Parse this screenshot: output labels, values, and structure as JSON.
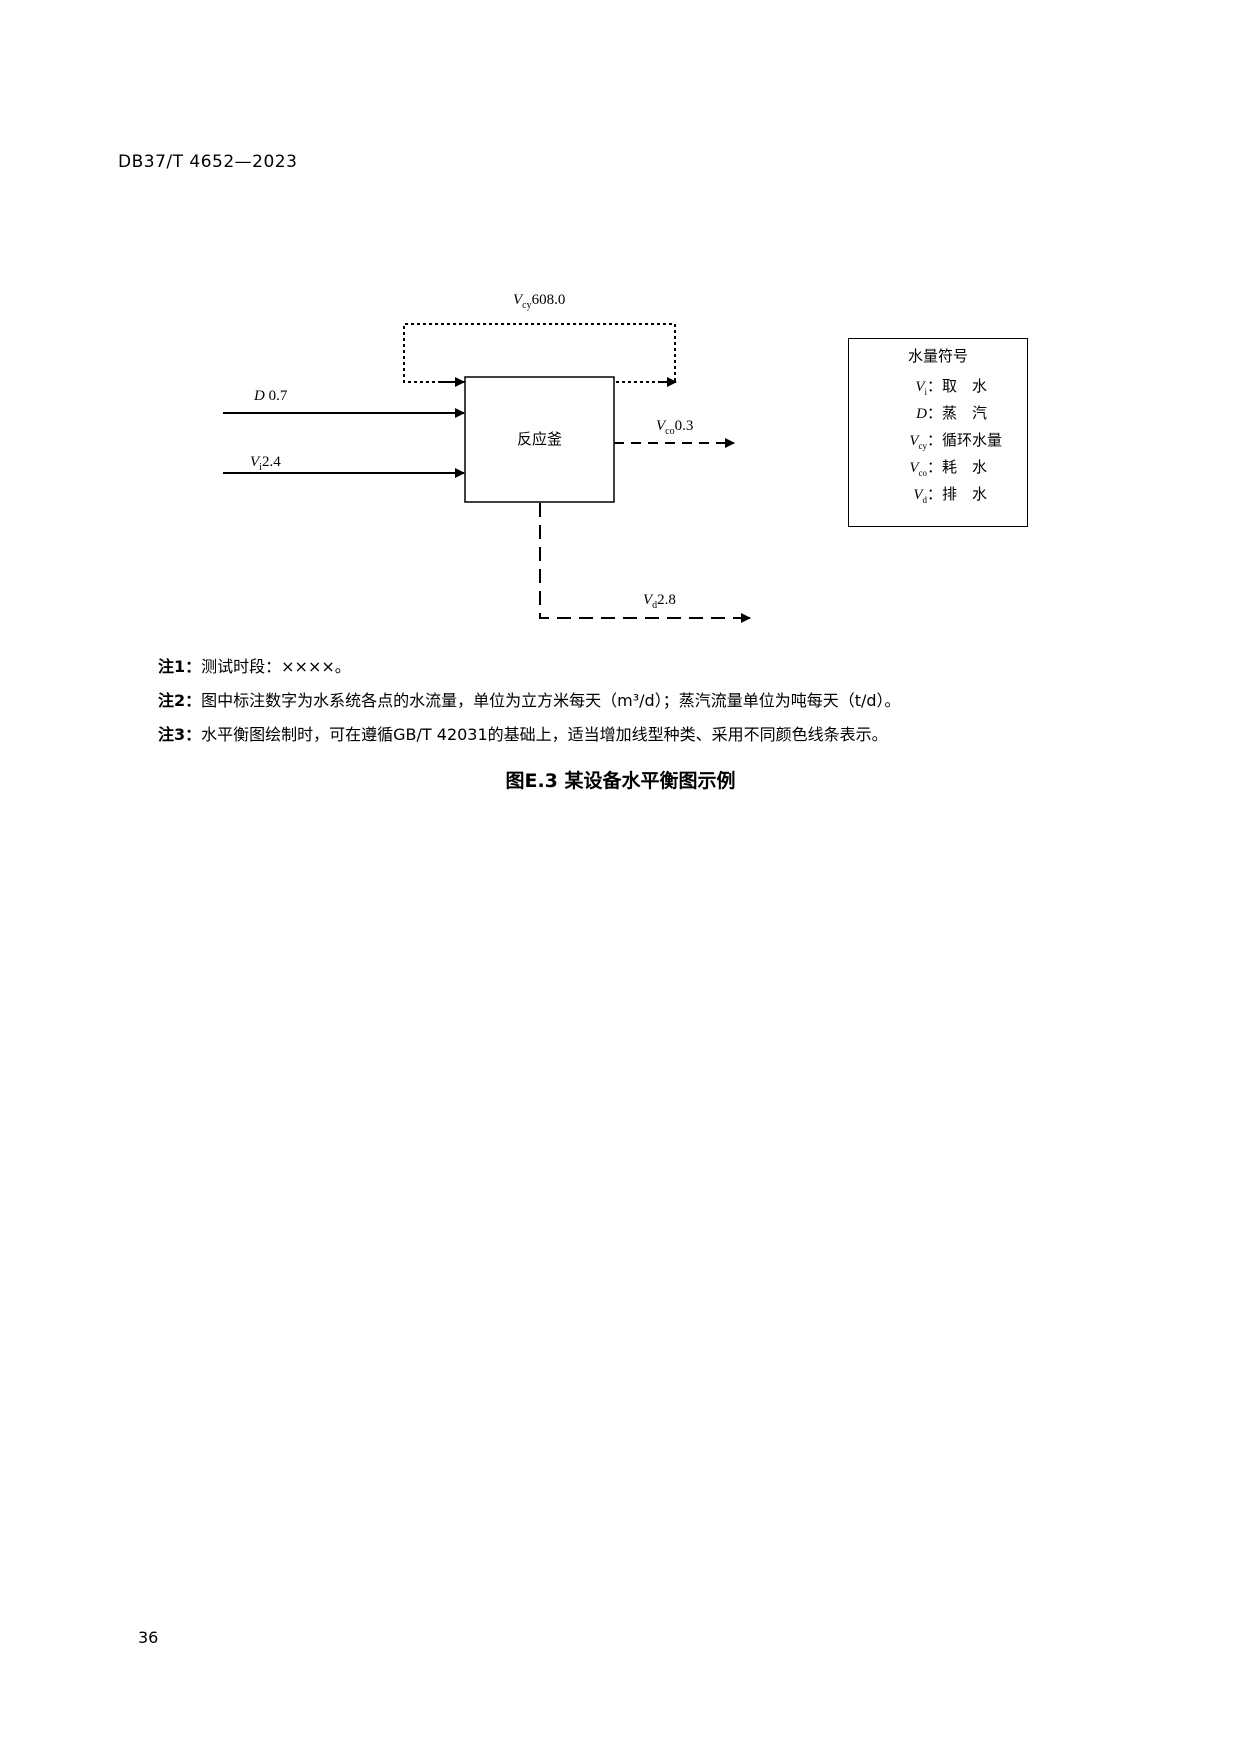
{
  "header": "DB37/T 4652—2023",
  "diagram": {
    "equipment": "反应釜",
    "flows": {
      "recycle": {
        "symbol": "V",
        "sub": "cy",
        "value": "608.0"
      },
      "steam": {
        "symbol": "D",
        "value": "0.7"
      },
      "intake": {
        "symbol": "V",
        "sub": "i",
        "value": "2.4"
      },
      "consumption": {
        "symbol": "V",
        "sub": "co",
        "value": "0.3"
      },
      "drain": {
        "symbol": "V",
        "sub": "d",
        "value": "2.8"
      }
    },
    "legend": {
      "title": "水量符号",
      "items": [
        {
          "symbol": "V",
          "sub": "i",
          "label": "：取　水"
        },
        {
          "symbol": "D",
          "sub": "",
          "label": "：蒸　汽"
        },
        {
          "symbol": "V",
          "sub": "cy",
          "label": "：循环水量"
        },
        {
          "symbol": "V",
          "sub": "co",
          "label": "：耗　水"
        },
        {
          "symbol": "V",
          "sub": "d",
          "label": "：排　水"
        }
      ]
    }
  },
  "notes": [
    {
      "tag": "注1：",
      "text": "测试时段：××××。"
    },
    {
      "tag": "注2：",
      "text": "图中标注数字为水系统各点的水流量，单位为立方米每天（m³/d）；蒸汽流量单位为吨每天（t/d）。"
    },
    {
      "tag": "注3：",
      "text": "水平衡图绘制时，可在遵循GB/T 42031的基础上，适当增加线型种类、采用不同颜色线条表示。"
    }
  ],
  "caption": "图E.3 某设备水平衡图示例",
  "page_number": "36"
}
